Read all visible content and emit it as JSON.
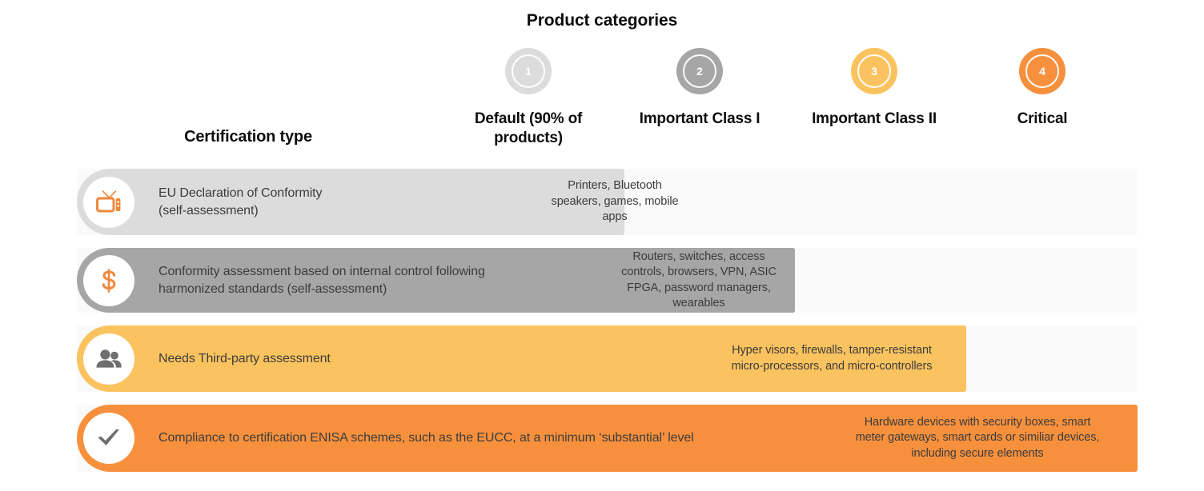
{
  "title": "Product categories",
  "cert_type_header": "Certification type",
  "colors": {
    "cat1": "#dcdcdc",
    "cat2": "#a6a6a6",
    "cat3": "#fbc35f",
    "cat4": "#f7903d",
    "track": "#fafafa",
    "icon_orange": "#f0883c",
    "icon_gray": "#6e6e6e",
    "text": "#3c3c3c",
    "heading": "#0d0d0d"
  },
  "categories": [
    {
      "number": "1",
      "label": "Default (90% of\nproducts)",
      "color": "#dcdcdc"
    },
    {
      "number": "2",
      "label": "Important Class I",
      "color": "#a6a6a6"
    },
    {
      "number": "3",
      "label": "Important Class II",
      "color": "#fbc35f"
    },
    {
      "number": "4",
      "label": "Critical",
      "color": "#f7903d"
    }
  ],
  "rows": [
    {
      "icon": "tv-icon",
      "label": "EU Declaration of Conformity\n(self-assessment)",
      "color": "#dcdcdc",
      "cell_text": "Printers, Bluetooth\nspeakers, games, mobile\napps"
    },
    {
      "icon": "dollar-icon",
      "label": "Conformity assessment based on internal control following\nharmonized standards (self-assessment)",
      "color": "#a6a6a6",
      "cell_text": "Routers, switches, access\ncontrols, browsers, VPN, ASIC\nFPGA, password managers,\nwearables"
    },
    {
      "icon": "people-icon",
      "label": "Needs Third-party assessment",
      "color": "#fbc35f",
      "cell_text": "Hyper visors, firewalls, tamper-resistant\nmicro-processors, and micro-controllers"
    },
    {
      "icon": "check-icon",
      "label": "Compliance to certification ENISA schemes, such as the EUCC, at a minimum ‘substantial’ level",
      "color": "#f7903d",
      "cell_text": "Hardware devices with security boxes, smart\nmeter gateways, smart cards or similiar devices,\nincluding secure elements"
    }
  ]
}
